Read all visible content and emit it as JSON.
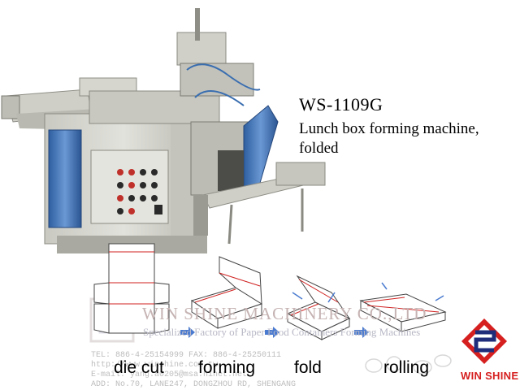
{
  "model": "WS-1109G",
  "description": "Lunch box forming machine, folded",
  "steps": [
    "die cut",
    "forming",
    "fold",
    "rolling"
  ],
  "brand": "WIN SHINE",
  "watermark": {
    "company": "WIN SHINE MACHINERY CO.,LTD",
    "tagline": "Specialized Factory of Paper Food Containers Forming Machines",
    "lines": [
      "TEL: 886-4-25154999   FAX: 886-4-25250111",
      "http://www.winshine.com.tw",
      "E-mail: yang.a0205@msa.hinet.net",
      "ADD: No.70, LANE247, DONGZHOU RD, SHENGANG"
    ]
  },
  "colors": {
    "brand_red": "#d62020",
    "brand_blue": "#1f2d7a",
    "machine_body": "#d9d9d3",
    "panel_blue": "#3f72b3",
    "arrow_blue": "#4a7bd0"
  }
}
